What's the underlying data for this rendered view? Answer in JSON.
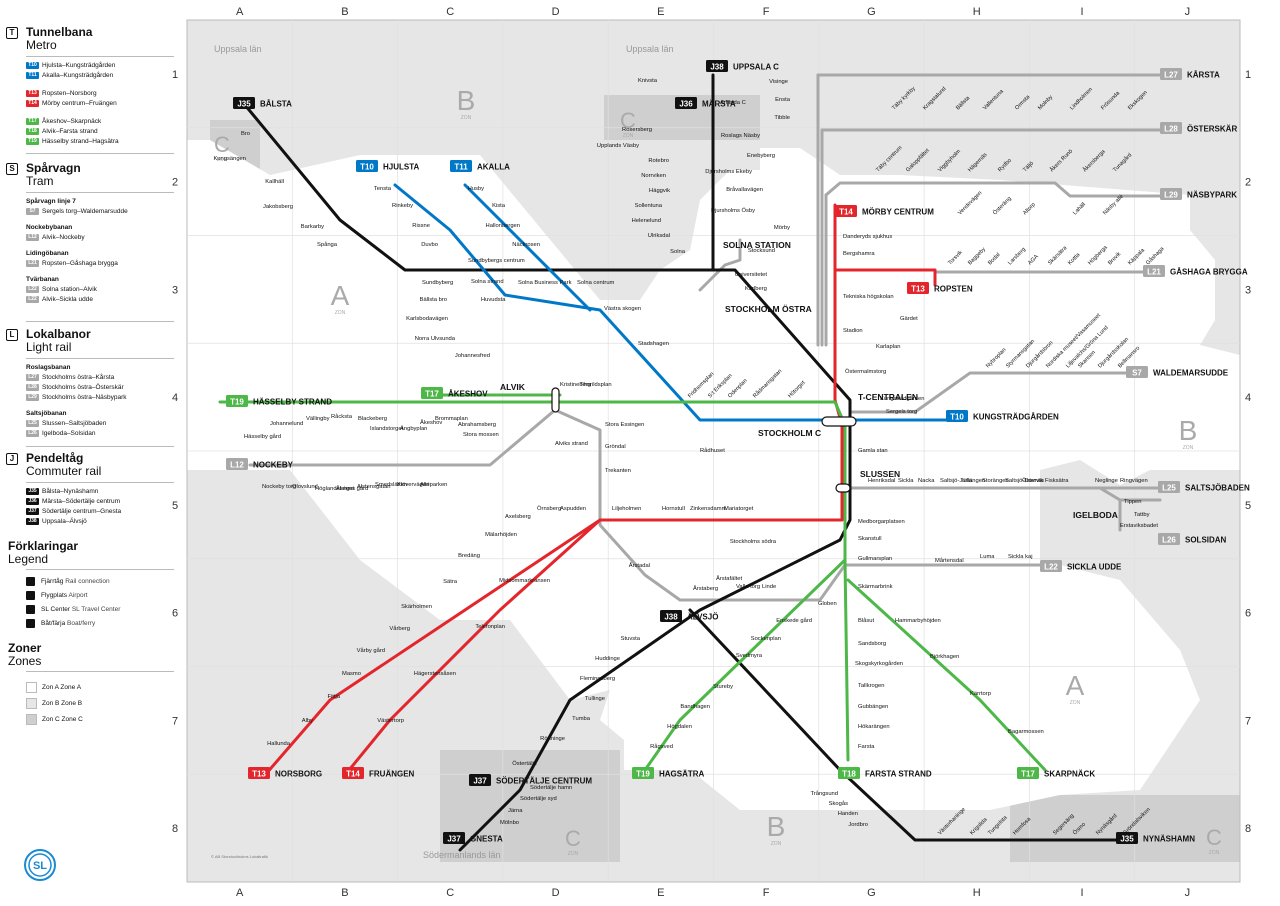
{
  "legend": {
    "metro": {
      "title": "Tunnelbana",
      "sub": "Metro",
      "icon": "metro-icon",
      "rows": [
        {
          "badge": "T10",
          "color": "#0078c8",
          "text": "Hjulsta–Kungsträdgården"
        },
        {
          "badge": "T11",
          "color": "#0078c8",
          "text": "Akalla–Kungsträdgården"
        },
        {
          "badge": "T13",
          "color": "#e3262c",
          "text": "Ropsten–Norsborg"
        },
        {
          "badge": "T14",
          "color": "#e3262c",
          "text": "Mörby centrum–Fruängen"
        },
        {
          "badge": "T17",
          "color": "#4db848",
          "text": "Åkeshov–Skarpnäck"
        },
        {
          "badge": "T18",
          "color": "#4db848",
          "text": "Alvik–Farsta strand"
        },
        {
          "badge": "T19",
          "color": "#4db848",
          "text": "Hässelby strand–Hagsätra"
        }
      ]
    },
    "tram": {
      "title": "Spårvagn",
      "sub": "Tram",
      "icon": "tram-icon",
      "groups": [
        {
          "name": "Spårvagn linje 7",
          "rows": [
            {
              "badge": "S7",
              "text": "Sergels torg–Waldemarsudde"
            }
          ]
        },
        {
          "name": "Nockebybanan",
          "rows": [
            {
              "badge": "L12",
              "text": "Alvik–Nockeby"
            }
          ]
        },
        {
          "name": "Lidingöbanan",
          "rows": [
            {
              "badge": "L21",
              "text": "Ropsten–Gåshaga brygga"
            }
          ]
        },
        {
          "name": "Tvärbanan",
          "rows": [
            {
              "badge": "L22",
              "text": "Solna station–Alvik"
            },
            {
              "badge": "L22",
              "text": "Alvik–Sickla udde"
            }
          ]
        }
      ]
    },
    "light": {
      "title": "Lokalbanor",
      "sub": "Light rail",
      "icon": "light-rail-icon",
      "groups": [
        {
          "name": "Roslagsbanan",
          "rows": [
            {
              "badge": "L27",
              "text": "Stockholms östra–Kårsta"
            },
            {
              "badge": "L28",
              "text": "Stockholms östra–Österskär"
            },
            {
              "badge": "L29",
              "text": "Stockholms östra–Näsbypark"
            }
          ]
        },
        {
          "name": "Saltsjöbanan",
          "rows": [
            {
              "badge": "L25",
              "text": "Slussen–Saltsjöbaden"
            },
            {
              "badge": "L26",
              "text": "Igelboda–Solsidan"
            }
          ]
        }
      ]
    },
    "commuter": {
      "title": "Pendeltåg",
      "sub": "Commuter rail",
      "icon": "commuter-rail-icon",
      "rows": [
        {
          "badge": "J35",
          "text": "Bålsta–Nynäshamn"
        },
        {
          "badge": "J36",
          "text": "Märsta–Södertälje centrum"
        },
        {
          "badge": "J37",
          "text": "Södertälje centrum–Gnesta"
        },
        {
          "badge": "J38",
          "text": "Uppsala–Älvsjö"
        }
      ]
    },
    "explanations": {
      "title": "Förklaringar",
      "sub": "Legend",
      "rows": [
        {
          "icon": "train-connection-icon",
          "sv": "Fjärrtåg",
          "en": "Rail connection"
        },
        {
          "icon": "airport-icon",
          "sv": "Flygplats",
          "en": "Airport"
        },
        {
          "icon": "travel-center-icon",
          "sv": "SL Center",
          "en": "SL Travel Center"
        },
        {
          "icon": "ferry-icon",
          "sv": "Båt/färja",
          "en": "Boat/ferry"
        }
      ]
    },
    "zones": {
      "title": "Zoner",
      "sub": "Zones",
      "rows": [
        {
          "sv": "Zon A",
          "en": "Zone A",
          "color": "#ffffff"
        },
        {
          "sv": "Zon B",
          "en": "Zone B",
          "color": "#e6e6e6"
        },
        {
          "sv": "Zon C",
          "en": "Zone C",
          "color": "#cfcfcf"
        }
      ]
    },
    "logo": "SL"
  },
  "grid": {
    "cols": [
      "A",
      "B",
      "C",
      "D",
      "E",
      "F",
      "G",
      "H",
      "I",
      "J"
    ],
    "rows": [
      "1",
      "2",
      "3",
      "4",
      "5",
      "6",
      "7",
      "8"
    ]
  },
  "regions": [
    {
      "text": "Uppsala län",
      "style": "region"
    },
    {
      "text": "Uppsala län",
      "style": "region"
    },
    {
      "text": "Södermanlands län",
      "style": "region"
    }
  ],
  "zone_labels": [
    {
      "letter": "A",
      "word": "ZON"
    },
    {
      "letter": "A",
      "word": "ZON"
    },
    {
      "letter": "B",
      "word": "ZON"
    },
    {
      "letter": "B",
      "word": "ZON"
    },
    {
      "letter": "B",
      "word": "ZON"
    },
    {
      "letter": "C",
      "word": "ZON"
    },
    {
      "letter": "C",
      "word": "ZON"
    },
    {
      "letter": "C",
      "word": "ZON"
    },
    {
      "letter": "C",
      "word": "ZON"
    }
  ],
  "copyright": "© AB Storstockholms Lokaltrafik",
  "colors": {
    "metro_blue": "#0078c8",
    "metro_red": "#e3262c",
    "metro_green": "#4db848",
    "commuter": "#111111",
    "light_rail": "#a8a8a8",
    "zone_b": "#e6e6e6",
    "zone_c": "#cfcfcf"
  },
  "terminals": [
    {
      "badge": "J35",
      "name": "BÅLSTA",
      "color": "#111111"
    },
    {
      "badge": "J38",
      "name": "UPPSALA C",
      "color": "#111111"
    },
    {
      "badge": "J36",
      "name": "MÄRSTA",
      "color": "#111111"
    },
    {
      "badge": "T10",
      "name": "HJULSTA",
      "color": "#0078c8"
    },
    {
      "badge": "T11",
      "name": "AKALLA",
      "color": "#0078c8"
    },
    {
      "badge": "T14",
      "name": "MÖRBY CENTRUM",
      "color": "#e3262c"
    },
    {
      "badge": "L27",
      "name": "KÅRSTA",
      "color": "#a8a8a8"
    },
    {
      "badge": "L28",
      "name": "ÖSTERSKÄR",
      "color": "#a8a8a8"
    },
    {
      "badge": "L29",
      "name": "NÄSBYPARK",
      "color": "#a8a8a8"
    },
    {
      "badge": "L21",
      "name": "GÅSHAGA BRYGGA",
      "color": "#a8a8a8"
    },
    {
      "badge": "T19",
      "name": "HÄSSELBY STRAND",
      "color": "#4db848"
    },
    {
      "badge": "T17",
      "name": "ÅKESHOV",
      "color": "#4db848"
    },
    {
      "badge": "S7",
      "name": "WALDEMARSUDDE",
      "color": "#a8a8a8"
    },
    {
      "badge": "L12",
      "name": "NOCKEBY",
      "color": "#a8a8a8"
    },
    {
      "badge": "L25",
      "name": "SALTSJÖBADEN",
      "color": "#a8a8a8"
    },
    {
      "badge": "L26",
      "name": "SOLSIDAN",
      "color": "#a8a8a8"
    },
    {
      "badge": "L22",
      "name": "SICKLA UDDE",
      "color": "#a8a8a8"
    },
    {
      "badge": "T13",
      "name": "NORSBORG",
      "color": "#e3262c"
    },
    {
      "badge": "T14",
      "name": "FRUÄNGEN",
      "color": "#e3262c"
    },
    {
      "badge": "T19",
      "name": "HAGSÄTRA",
      "color": "#4db848"
    },
    {
      "badge": "T18",
      "name": "FARSTA STRAND",
      "color": "#4db848"
    },
    {
      "badge": "T17",
      "name": "SKARPNÄCK",
      "color": "#4db848"
    },
    {
      "badge": "J35",
      "name": "NYNÄSHAMN",
      "color": "#111111"
    },
    {
      "badge": "J37",
      "name": "GNESTA",
      "color": "#111111"
    },
    {
      "badge": "J38",
      "name": "ÄLVSJÖ",
      "color": "#111111"
    },
    {
      "badge": "J37",
      "name": "SÖDERTÄLJE CENTRUM",
      "color": "#111111"
    },
    {
      "badge": "T10",
      "name": "KUNGSTRÄDGÅRDEN",
      "color": "#0078c8"
    },
    {
      "badge": "T13",
      "name": "ROPSTEN",
      "color": "#e3262c"
    }
  ],
  "hubs": [
    {
      "name": "T-CENTRALEN"
    },
    {
      "name": "STOCKHOLM C"
    },
    {
      "name": "SLUSSEN"
    },
    {
      "name": "STOCKHOLM ÖSTRA"
    },
    {
      "name": "SOLNA STATION"
    },
    {
      "name": "ALVIK"
    },
    {
      "name": "IGELBODA"
    }
  ],
  "stations": [
    "Bro",
    "Kungsängen",
    "Kallhäll",
    "Jakobsberg",
    "Barkarby",
    "Spånga",
    "Sundbybergs centrum",
    "Sundbyberg",
    "Knivsta",
    "Arlanda C",
    "Rosersberg",
    "Upplands Väsby",
    "Rotebro",
    "Norrviken",
    "Häggvik",
    "Sollentuna",
    "Helenelund",
    "Ulriksdal",
    "Solna",
    "Karlberg",
    "Tensta",
    "Rinkeby",
    "Rissne",
    "Duvbo",
    "Solna strand",
    "Huvudsta",
    "Västra skogen",
    "Stadshagen",
    "Fridhemsplan",
    "S:t Eriksplan",
    "Odenplan",
    "Rådmansgatan",
    "Hötorget",
    "Husby",
    "Kista",
    "Hallonbergen",
    "Näckrosen",
    "Solna centrum",
    "Bällsta bro",
    "Solna Business Park",
    "Karlsbodavägen",
    "Norra Ulvsunda",
    "Johannesfred",
    "Visinge",
    "Ensta",
    "Tibble",
    "Roslags Näsby",
    "Enebyberg",
    "Djursholms Ekeby",
    "Bråvallavägen",
    "Djursholms Ösby",
    "Mörby",
    "Stocksund",
    "Universitetet",
    "Tekniska högskolan",
    "Täby kyrkby",
    "Kragstalund",
    "Bällsta",
    "Vallentuna",
    "Ormsta",
    "Molnby",
    "Lindholmen",
    "Frösunda",
    "Ekskogen",
    "Täby centrum",
    "Galoppfältet",
    "Viggbyholm",
    "Hägernäs",
    "Rydbo",
    "Täljö",
    "Åkers Runö",
    "Åkersberga",
    "Tunagård",
    "Vendevägen",
    "Österäng",
    "Altorp",
    "Lahäll",
    "Näsby allé",
    "Danderyds sjukhus",
    "Bergshamra",
    "Stadion",
    "Gärdet",
    "Karlaplan",
    "Östermalmstorg",
    "Torsvik",
    "Baggeby",
    "Bodal",
    "Larsberg",
    "AGA",
    "Skärsätra",
    "Kottla",
    "Högberga",
    "Brevik",
    "Käppala",
    "Gåshaga",
    "Hässelby gård",
    "Johannelund",
    "Vällingby",
    "Råcksta",
    "Blackeberg",
    "Islandstorget",
    "Ängbyplan",
    "Åkeshov",
    "Brommaplan",
    "Abrahamsberg",
    "Stora mossen",
    "Kristineberg",
    "Thorildsplan",
    "Nybroplan",
    "Styrmansgatan",
    "Djurgårdsbron",
    "Nordiska museet/Vasamuseet",
    "Liljevalchs/Gröna Lund",
    "Skansen",
    "Djurgårdsskolan",
    "Bellmansro",
    "Kungsträdgården",
    "Sergels torg",
    "Nockeby torg",
    "Olovslund",
    "Höglandstorget",
    "Ålstens gård",
    "Alléparken",
    "Klövervägen",
    "Smedslätten",
    "Alstensgatan",
    "Alviks strand",
    "Stora Essingen",
    "Gröndal",
    "Trekanten",
    "Liljeholmen",
    "Årstadal",
    "Årstaberg",
    "Årstafältet",
    "Valla torg",
    "Linde",
    "Globen",
    "Rådhuset",
    "Hornstull",
    "Zinkensdamm",
    "Mariatorget",
    "Gamla stan",
    "Medborgarplatsen",
    "Skanstull",
    "Gullmarsplan",
    "Stockholms södra",
    "Henriksdal",
    "Sickla",
    "Nacka",
    "Saltsjö-Järla",
    "Lillängen",
    "Storängen",
    "Saltsjö-Duvnäs",
    "Östervik",
    "Fisksätra",
    "Neglinge",
    "Ringvägen",
    "Tippen",
    "Tattby",
    "Erstaviksbadet",
    "Mårtensdal",
    "Luma",
    "Sickla kaj",
    "Axelsberg",
    "Örnsberg",
    "Aspudden",
    "Mälarhöjden",
    "Bredäng",
    "Sätra",
    "Skärholmen",
    "Vårberg",
    "Vårby gård",
    "Masmo",
    "Fittja",
    "Alby",
    "Hallunda",
    "Midsommarkransen",
    "Telefonplan",
    "Hägerstensåsen",
    "Västertorp",
    "Stuvsta",
    "Huddinge",
    "Flemingsberg",
    "Tullinge",
    "Tumba",
    "Rönninge",
    "Östertälje",
    "Södertälje hamn",
    "Södertälje syd",
    "Järna",
    "Mölnbo",
    "Enskede gård",
    "Sockenplan",
    "Svedmyra",
    "Stureby",
    "Bandhagen",
    "Högdalen",
    "Rågsved",
    "Skärmarbrink",
    "Blåsut",
    "Sandsborg",
    "Skogskyrkogården",
    "Tallkrogen",
    "Gubbängen",
    "Hökarängen",
    "Farsta",
    "Hammarbyhöjden",
    "Björkhagen",
    "Kärrtorp",
    "Bagarmossen",
    "Trångsund",
    "Skogås",
    "Handen",
    "Jordbro",
    "Västerhaninge",
    "Krigslida",
    "Tungelsta",
    "Hemfosa",
    "Segersäng",
    "Ösmo",
    "Nynäsgård",
    "Gröndalsviken"
  ]
}
